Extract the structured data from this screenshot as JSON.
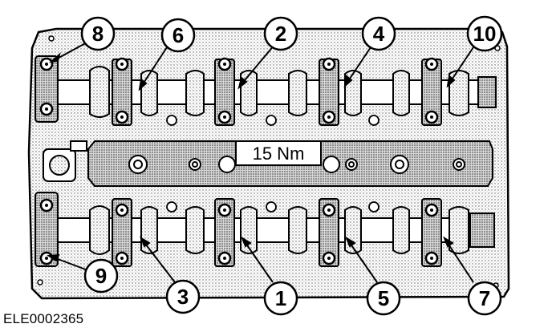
{
  "torque_label": "15 Nm",
  "reference_code": "ELE0002365",
  "callouts": {
    "c1": "1",
    "c2": "2",
    "c3": "3",
    "c4": "4",
    "c5": "5",
    "c6": "6",
    "c7": "7",
    "c8": "8",
    "c9": "9",
    "c10": "10"
  },
  "colors": {
    "ink": "#000000",
    "paper": "#ffffff",
    "shade": "#bdbdbd"
  }
}
